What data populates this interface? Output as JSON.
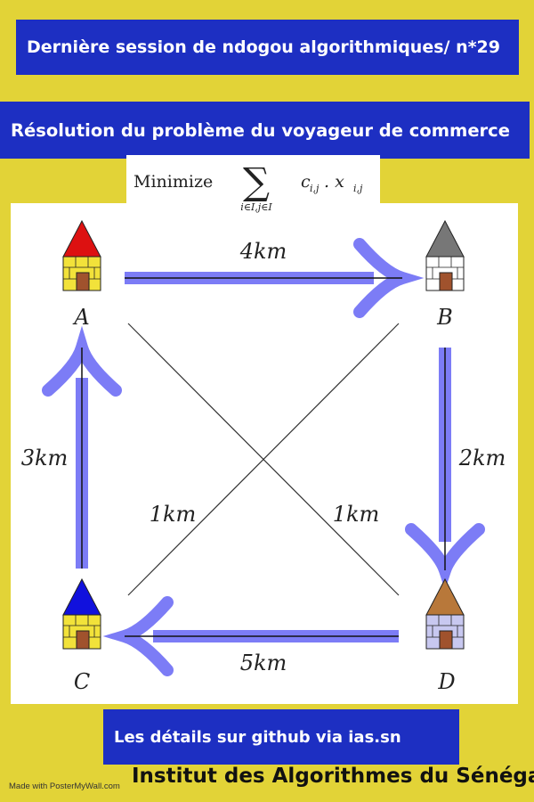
{
  "header": {
    "title": "Dernière session de ndogou algorithmiques/ n*29",
    "subtitle": "Résolution du problème du voyageur de commerce"
  },
  "formula": {
    "minimize": "Minimize",
    "subscript": "i∈I,j∈I",
    "term": "c",
    "term_sub": "i,j",
    "dot": ". x",
    "var_sub": "i,j"
  },
  "graph": {
    "nodes": [
      {
        "id": "A",
        "label": "A",
        "roof_color": "#dd1111",
        "wall_color": "#f2e23a"
      },
      {
        "id": "B",
        "label": "B",
        "roof_color": "#777777",
        "wall_color": "#ffffff"
      },
      {
        "id": "C",
        "label": "C",
        "roof_color": "#1111dd",
        "wall_color": "#f2e23a"
      },
      {
        "id": "D",
        "label": "D",
        "roof_color": "#b8783a",
        "wall_color": "#c8c8f0"
      }
    ],
    "edges": [
      {
        "from": "A",
        "to": "B",
        "label": "4km",
        "route": true
      },
      {
        "from": "B",
        "to": "D",
        "label": "2km",
        "route": true
      },
      {
        "from": "D",
        "to": "C",
        "label": "5km",
        "route": true
      },
      {
        "from": "C",
        "to": "A",
        "label": "3km",
        "route": true
      },
      {
        "from": "B",
        "to": "C",
        "label": "1km",
        "route": false
      },
      {
        "from": "A",
        "to": "D",
        "label": "1km",
        "route": false
      }
    ],
    "arrow_color": "#7c7cf6"
  },
  "footer": {
    "details": "Les détails sur github via ias.sn",
    "credit": "Made with PosterMyWall.com",
    "institute": "Institut des Algorithmes du Sénégal"
  }
}
